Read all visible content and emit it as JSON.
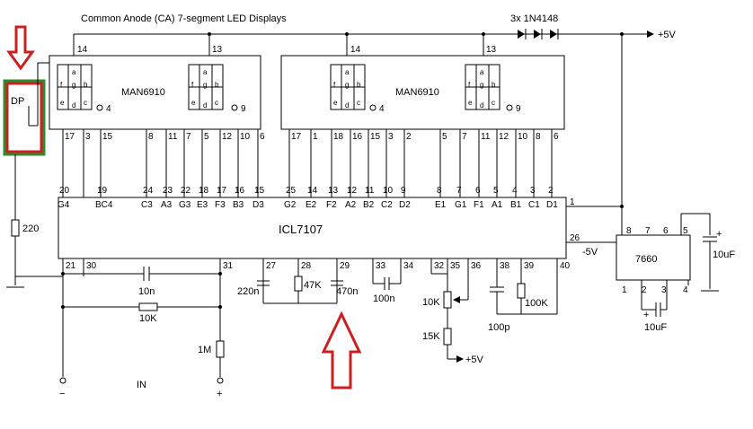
{
  "title": "Common Anode (CA)  7-segment LED Displays",
  "diode_label": "3x 1N4148",
  "supply_pos": "+5V",
  "supply_neg": "-5V",
  "display_left": {
    "part": "MAN6910",
    "pin_top_left": "14",
    "pin_top_right": "13",
    "digit_pin_left": "4",
    "digit_pin_right": "9",
    "bottom_pins": [
      "17",
      "3",
      "15",
      "8",
      "11",
      "7",
      "5",
      "12",
      "10",
      "6"
    ]
  },
  "display_right": {
    "part": "MAN6910",
    "pin_top_left": "14",
    "pin_top_right": "13",
    "digit_pin_left": "4",
    "digit_pin_right": "9",
    "bottom_pins": [
      "17",
      "1",
      "18",
      "16",
      "15",
      "3",
      "2",
      "5",
      "7",
      "11",
      "12",
      "10",
      "8",
      "6"
    ]
  },
  "segment_letters": [
    "a",
    "f",
    "g",
    "b",
    "e",
    "d",
    "c"
  ],
  "dp_label": "DP",
  "adc": {
    "part": "ICL7107",
    "top_pin_numbers": [
      "20",
      "19",
      "24",
      "23",
      "22",
      "18",
      "17",
      "16",
      "15",
      "25",
      "14",
      "13",
      "12",
      "11",
      "10",
      "9",
      "8",
      "7",
      "6",
      "5",
      "4",
      "3",
      "2",
      "1"
    ],
    "top_pin_names": [
      "G4",
      "BC4",
      "C3",
      "A3",
      "G3",
      "E3",
      "F3",
      "B3",
      "D3",
      "G2",
      "E2",
      "F2",
      "A2",
      "B2",
      "C2",
      "D2",
      "E1",
      "G1",
      "F1",
      "A1",
      "B1",
      "C1",
      "D1"
    ],
    "right_pin": "26",
    "bottom_pins": [
      "21",
      "30",
      "31",
      "27",
      "28",
      "29",
      "33",
      "34",
      "32",
      "35",
      "36",
      "38",
      "39",
      "40"
    ]
  },
  "components": {
    "r_dp": "220",
    "c_ref": "10n",
    "r_in": "10K",
    "r_1m": "1M",
    "c_int": "220n",
    "r_int": "47K",
    "c_az": "470n",
    "c_ref2": "100n",
    "pot": "10K",
    "r_15k": "15K",
    "pot_supply": "+5V",
    "c_osc": "100p",
    "r_osc": "100K",
    "input_label": "IN",
    "input_minus": "−",
    "input_plus": "+"
  },
  "converter": {
    "part": "7660",
    "top_pins": [
      "8",
      "7",
      "6",
      "5"
    ],
    "bottom_pins": [
      "1",
      "2",
      "3",
      "4"
    ],
    "cap_top": "10uF",
    "cap_bottom": "10uF",
    "cap_polarity": "+"
  },
  "annotation_colors": {
    "highlight": "#cc2020",
    "box_outline": "#2e8b2e"
  }
}
